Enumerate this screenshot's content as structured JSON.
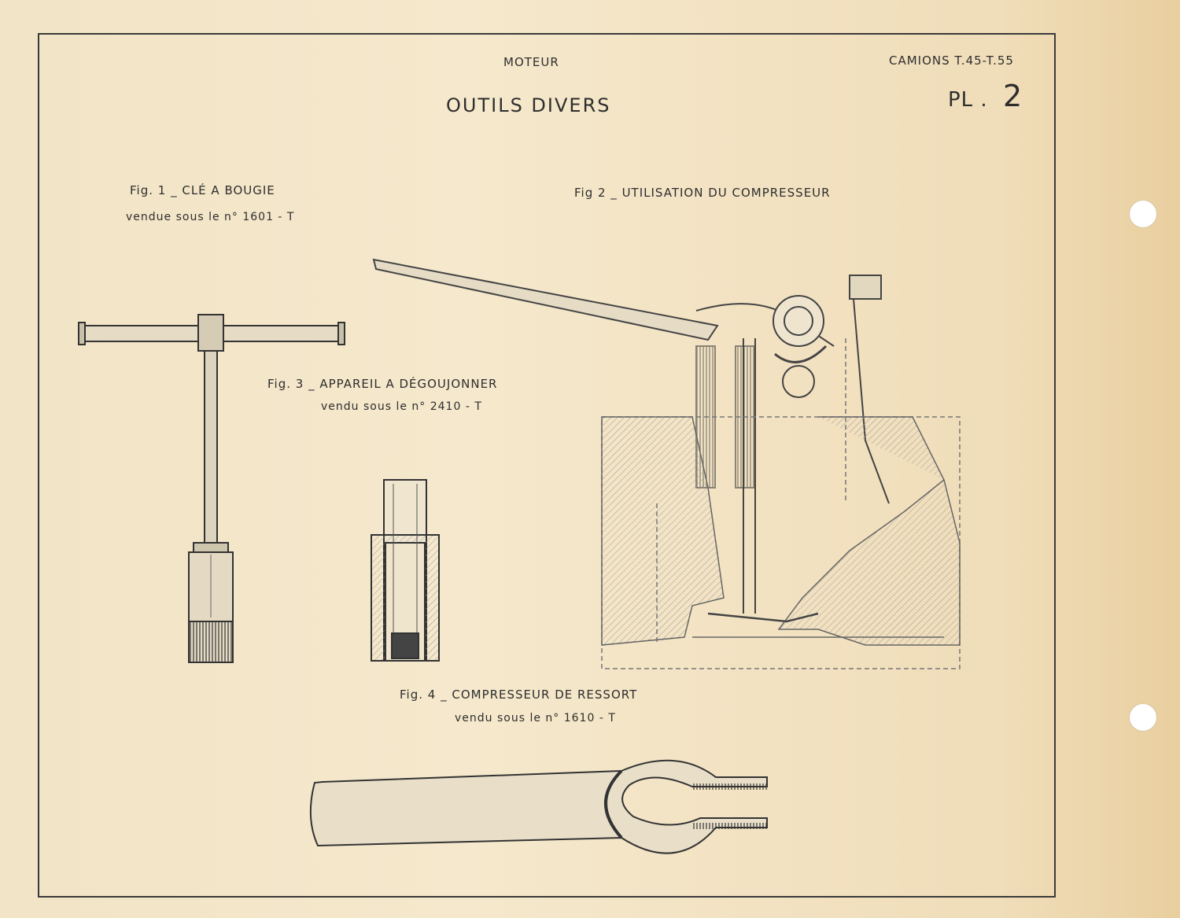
{
  "header": {
    "section": "MOTEUR",
    "models": "CAMIONS T.45-T.55",
    "title": "OUTILS DIVERS",
    "plate_label": "PL .",
    "plate_number": "2"
  },
  "figures": {
    "fig1": {
      "title": "Fig. 1 _ CLÉ A BOUGIE",
      "subtitle": "vendue sous le n° 1601 - T"
    },
    "fig2": {
      "title": "Fig 2 _ UTILISATION DU COMPRESSEUR"
    },
    "fig3": {
      "title": "Fig. 3 _ APPAREIL A DÉGOUJONNER",
      "subtitle": "vendu sous le n° 2410 - T"
    },
    "fig4": {
      "title": "Fig. 4 _ COMPRESSEUR DE RESSORT",
      "subtitle": "vendu sous le n° 1610 - T"
    }
  },
  "colors": {
    "paper": "#f2e4c6",
    "ink": "#2e2e2e",
    "edge": "#e9cf9f"
  }
}
